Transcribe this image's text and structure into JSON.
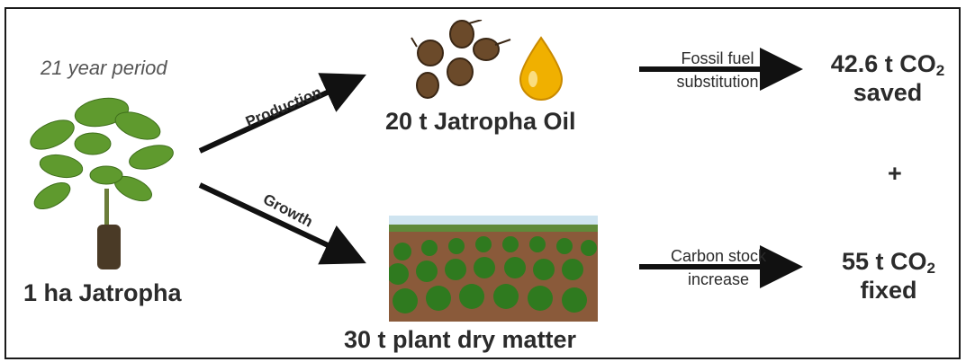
{
  "source": {
    "period": "21 year period",
    "label": "1 ha Jatropha"
  },
  "branches": {
    "production": {
      "arrow_label": "Production",
      "product": "20 t Jatropha Oil"
    },
    "growth": {
      "arrow_label": "Growth",
      "product": "30 t plant dry matter"
    }
  },
  "outcomes": {
    "fossil": {
      "line1": "Fossil fuel",
      "line2": "substitution",
      "amount": "42.6 t CO",
      "sub": "2",
      "word": "saved"
    },
    "carbon": {
      "line1": "Carbon stock",
      "line2": "increase",
      "amount": "55 t CO",
      "sub": "2",
      "word": "fixed"
    }
  },
  "plus": "+",
  "icons": [
    "jatropha-plant-icon",
    "jatropha-seeds-icon",
    "oil-drop-icon",
    "plantation-photo"
  ],
  "colors": {
    "arrow": "#111111",
    "leaf": "#5f9a2e",
    "seed": "#6b4a2a",
    "oil": "#f0b000"
  }
}
